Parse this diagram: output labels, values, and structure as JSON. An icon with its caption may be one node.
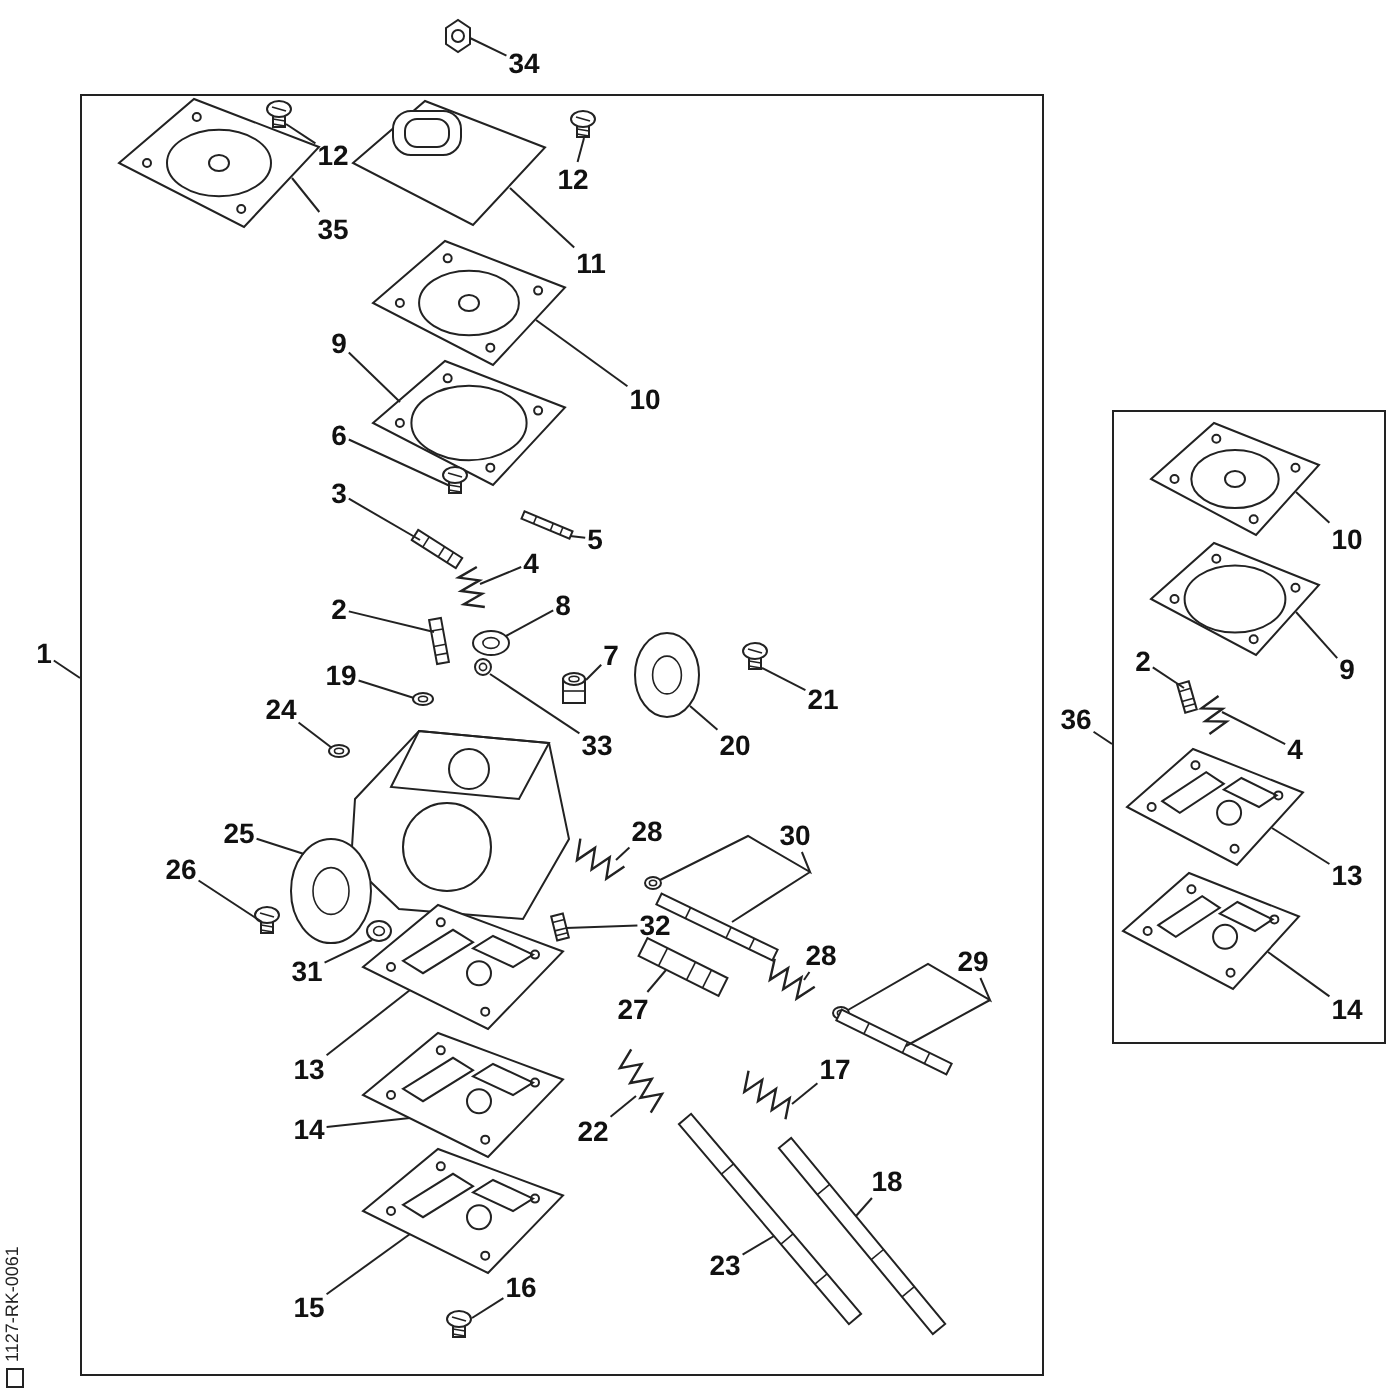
{
  "diagram": {
    "nodes": [
      {
        "text": [
          "34"
        ]
      },
      {
        "text": [],
        "shape": "box"
      },
      {
        "text": [
          "12"
        ],
        "in": 1
      },
      {
        "text": [
          "12"
        ],
        "in": 1
      },
      {
        "text": [
          "35"
        ],
        "in": 1
      },
      {
        "text": [
          "11"
        ],
        "in": 1
      },
      {
        "text": [
          "9"
        ],
        "in": 1
      },
      {
        "text": [
          "10"
        ],
        "in": 1
      },
      {
        "text": [
          "6"
        ],
        "in": 1
      },
      {
        "text": [
          "3"
        ],
        "in": 1
      },
      {
        "text": [
          "5"
        ],
        "in": 1
      },
      {
        "text": [
          "4"
        ],
        "in": 1
      },
      {
        "text": [
          "2"
        ],
        "in": 1
      },
      {
        "text": [
          "8"
        ],
        "in": 1
      },
      {
        "text": [
          "7"
        ],
        "in": 1
      },
      {
        "text": [
          "19"
        ],
        "in": 1
      },
      {
        "text": [
          "21"
        ],
        "in": 1
      },
      {
        "text": [
          "24"
        ],
        "in": 1
      },
      {
        "text": [
          "20"
        ],
        "in": 1
      },
      {
        "text": [
          "33"
        ],
        "in": 1
      },
      {
        "text": [
          "25"
        ],
        "in": 1
      },
      {
        "text": [
          "28"
        ],
        "in": 1
      },
      {
        "text": [
          "30"
        ],
        "in": 1
      },
      {
        "text": [
          "26"
        ],
        "in": 1
      },
      {
        "text": [
          "32"
        ],
        "in": 1
      },
      {
        "text": [
          "28"
        ],
        "in": 1
      },
      {
        "text": [
          "29"
        ],
        "in": 1
      },
      {
        "text": [
          "31"
        ],
        "in": 1
      },
      {
        "text": [
          "27"
        ],
        "in": 1
      },
      {
        "text": [
          "13"
        ],
        "in": 1
      },
      {
        "text": [
          "17"
        ],
        "in": 1
      },
      {
        "text": [
          "14"
        ],
        "in": 1
      },
      {
        "text": [
          "22"
        ],
        "in": 1
      },
      {
        "text": [
          "18"
        ],
        "in": 1
      },
      {
        "text": [
          "23"
        ],
        "in": 1
      },
      {
        "text": [
          "16"
        ],
        "in": 1
      },
      {
        "text": [
          "15"
        ],
        "in": 1
      },
      {
        "text": [
          "1"
        ]
      },
      {
        "text": [],
        "shape": "box"
      },
      {
        "text": [
          "10"
        ],
        "in": 38
      },
      {
        "text": [
          "9"
        ],
        "in": 38
      },
      {
        "text": [
          "2"
        ],
        "in": 38
      },
      {
        "text": [
          "4"
        ],
        "in": 38
      },
      {
        "text": [
          "13"
        ],
        "in": 38
      },
      {
        "text": [
          "14"
        ],
        "in": 38
      },
      {
        "text": [
          "36"
        ]
      },
      {
        "text": [],
        "shape": "picture"
      },
      {
        "text": [],
        "shape": "picture",
        "in": 1
      },
      {
        "text": [],
        "shape": "picture",
        "in": 1
      },
      {
        "text": [],
        "shape": "picture",
        "in": 1
      },
      {
        "text": [],
        "shape": "picture",
        "in": 1
      },
      {
        "text": [],
        "shape": "picture",
        "in": 1
      },
      {
        "text": [],
        "shape": "picture",
        "in": 1
      },
      {
        "text": [],
        "shape": "picture",
        "in": 1
      },
      {
        "text": [],
        "shape": "picture",
        "in": 1
      },
      {
        "text": [],
        "shape": "picture",
        "in": 1
      },
      {
        "text": [],
        "shape": "picture",
        "in": 1
      },
      {
        "text": [],
        "shape": "picture",
        "in": 1
      },
      {
        "text": [],
        "shape": "picture",
        "in": 1
      },
      {
        "text": [],
        "shape": "picture",
        "in": 1
      },
      {
        "text": [],
        "shape": "picture",
        "in": 1
      },
      {
        "text": [],
        "shape": "picture",
        "in": 1
      },
      {
        "text": [],
        "shape": "picture",
        "in": 1
      },
      {
        "text": [],
        "shape": "picture",
        "in": 1
      },
      {
        "text": [],
        "shape": "picture",
        "in": 1
      },
      {
        "text": [],
        "shape": "picture",
        "in": 1
      },
      {
        "text": [],
        "shape": "picture",
        "in": 1
      },
      {
        "text": [],
        "shape": "picture",
        "in": 1
      },
      {
        "text": [],
        "shape": "picture",
        "in": 1
      },
      {
        "text": [],
        "shape": "picture",
        "in": 1
      },
      {
        "text": [],
        "shape": "picture",
        "in": 1
      },
      {
        "text": [],
        "shape": "picture",
        "in": 1
      },
      {
        "text": [],
        "shape": "picture",
        "in": 1
      },
      {
        "text": [],
        "shape": "picture",
        "in": 1
      },
      {
        "text": [],
        "shape": "picture",
        "in": 1
      },
      {
        "text": [],
        "shape": "picture",
        "in": 1
      },
      {
        "text": [],
        "shape": "picture",
        "in": 1
      },
      {
        "text": [],
        "shape": "picture",
        "in": 1
      },
      {
        "text": [],
        "shape": "picture",
        "in": 1
      },
      {
        "text": [],
        "shape": "picture",
        "in": 1
      },
      {
        "text": [],
        "shape": "picture",
        "in": 1
      },
      {
        "text": [],
        "shape": "picture",
        "in": 1
      },
      {
        "text": [],
        "shape": "picture",
        "in": 1
      },
      {
        "text": [],
        "shape": "picture",
        "in": 1
      },
      {
        "text": [],
        "shape": "picture",
        "in": 38
      },
      {
        "text": [],
        "shape": "picture",
        "in": 38
      },
      {
        "text": [],
        "shape": "picture",
        "in": 38
      },
      {
        "text": [],
        "shape": "picture",
        "in": 38
      },
      {
        "text": [],
        "shape": "picture",
        "in": 38
      },
      {
        "text": [],
        "shape": "picture",
        "in": 38
      }
    ],
    "edges": [
      {
        "from": 0,
        "to": 46,
        "arrow": "none"
      },
      {
        "from": 2,
        "to": 47,
        "arrow": "none"
      },
      {
        "from": 3,
        "to": 48,
        "arrow": "none"
      },
      {
        "from": 4,
        "to": 49,
        "arrow": "none"
      },
      {
        "from": 5,
        "to": 50,
        "arrow": "none"
      },
      {
        "from": 6,
        "to": 51,
        "arrow": "none"
      },
      {
        "from": 7,
        "to": 52,
        "arrow": "none"
      },
      {
        "from": 8,
        "to": 53,
        "arrow": "none"
      },
      {
        "from": 9,
        "to": 54,
        "arrow": "none"
      },
      {
        "from": 10,
        "to": 55,
        "arrow": "none"
      },
      {
        "from": 11,
        "to": 56,
        "arrow": "none"
      },
      {
        "from": 12,
        "to": 57,
        "arrow": "none"
      },
      {
        "from": 13,
        "to": 58,
        "arrow": "none"
      },
      {
        "from": 14,
        "to": 59,
        "arrow": "none"
      },
      {
        "from": 15,
        "to": 60,
        "arrow": "none"
      },
      {
        "from": 16,
        "to": 61,
        "arrow": "none"
      },
      {
        "from": 17,
        "to": 62,
        "arrow": "none"
      },
      {
        "from": 18,
        "to": 63,
        "arrow": "none"
      },
      {
        "from": 19,
        "to": 64,
        "arrow": "none"
      },
      {
        "from": 20,
        "to": 65,
        "arrow": "none"
      },
      {
        "from": 21,
        "to": 66,
        "arrow": "none"
      },
      {
        "from": 22,
        "to": 67,
        "arrow": "none"
      },
      {
        "from": 22,
        "to": 68,
        "arrow": "none"
      },
      {
        "from": 23,
        "to": 69,
        "arrow": "none"
      },
      {
        "from": 24,
        "to": 70,
        "arrow": "none"
      },
      {
        "from": 25,
        "to": 71,
        "arrow": "none"
      },
      {
        "from": 26,
        "to": 72,
        "arrow": "none"
      },
      {
        "from": 26,
        "to": 73,
        "arrow": "none"
      },
      {
        "from": 27,
        "to": 74,
        "arrow": "none"
      },
      {
        "from": 28,
        "to": 75,
        "arrow": "none"
      },
      {
        "from": 29,
        "to": 76,
        "arrow": "none"
      },
      {
        "from": 30,
        "to": 77,
        "arrow": "none"
      },
      {
        "from": 31,
        "to": 78,
        "arrow": "none"
      },
      {
        "from": 32,
        "to": 79,
        "arrow": "none"
      },
      {
        "from": 33,
        "to": 80,
        "arrow": "none"
      },
      {
        "from": 34,
        "to": 81,
        "arrow": "none"
      },
      {
        "from": 35,
        "to": 82,
        "arrow": "none"
      },
      {
        "from": 36,
        "to": 83,
        "arrow": "none"
      },
      {
        "from": 37,
        "to": 1,
        "arrow": "none"
      },
      {
        "from": 39,
        "to": 84,
        "arrow": "none"
      },
      {
        "from": 40,
        "to": 85,
        "arrow": "none"
      },
      {
        "from": 41,
        "to": 86,
        "arrow": "none"
      },
      {
        "from": 42,
        "to": 87,
        "arrow": "none"
      },
      {
        "from": 43,
        "to": 88,
        "arrow": "none"
      },
      {
        "from": 44,
        "to": 89,
        "arrow": "none"
      },
      {
        "from": 45,
        "to": 38,
        "arrow": "none"
      }
    ],
    "labels": [
      "1127-RK-0061"
    ]
  }
}
